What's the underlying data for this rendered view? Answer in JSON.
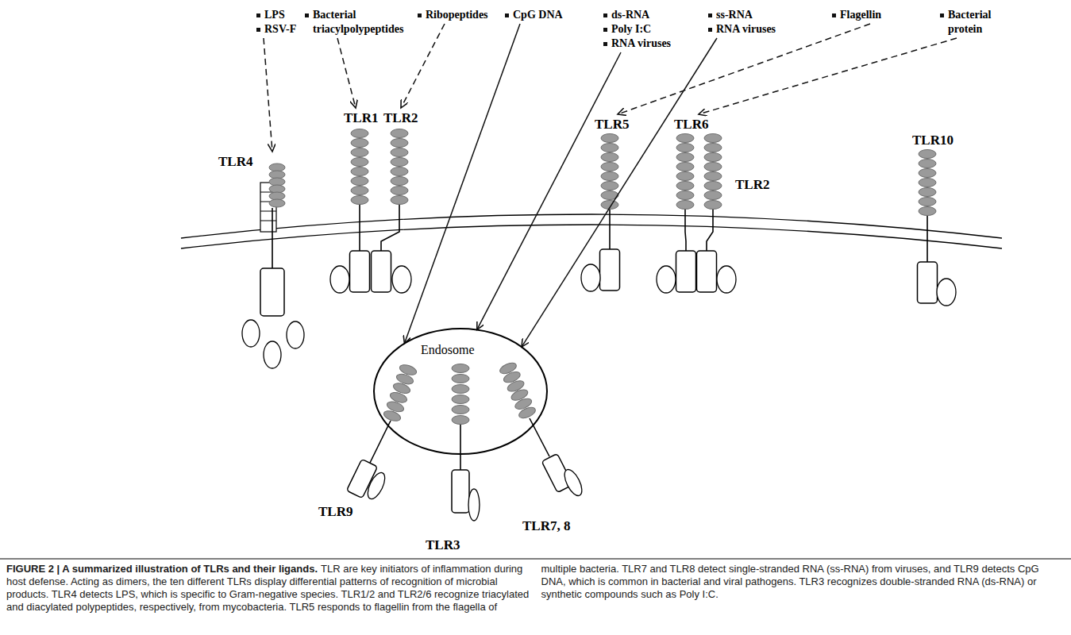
{
  "diagram": {
    "title": "FIGURE 2 | A summarized illustration of TLRs and their ligands.",
    "caption": "TLR are key initiators of inflammation during host defense. Acting as dimers, the ten different TLRs display differential patterns of recognition of microbial products. TLR4 detects LPS, which is specific to Gram-negative species. TLR1/2 and TLR2/6 recognize triacylated and diacylated polypeptides, respectively, from mycobacteria. TLR5 responds to flagellin from the flagella of multiple bacteria. TLR7 and TLR8 detect single-stranded RNA (ss-RNA) from viruses, and TLR9 detects CpG DNA, which is common in bacterial and viral pathogens. TLR3 recognizes double-stranded RNA (ds-RNA) or synthetic compounds such as Poly I:C.",
    "nodes": [
      {
        "text": [
          "LPS",
          "RSV-F"
        ]
      },
      {
        "text": [
          "Bacterial triacylpolypeptides"
        ]
      },
      {
        "text": [
          "Ribopeptides"
        ]
      },
      {
        "text": [
          "CpG DNA"
        ]
      },
      {
        "text": [
          "ds-RNA",
          "Poly I:C",
          "RNA viruses"
        ]
      },
      {
        "text": [
          "ss-RNA",
          "RNA viruses"
        ]
      },
      {
        "text": [
          "Flagellin"
        ]
      },
      {
        "text": [
          "Bacterial protein"
        ]
      },
      {
        "text": [
          "TLR4"
        ]
      },
      {
        "text": [
          "TLR1"
        ]
      },
      {
        "text": [
          "TLR2"
        ]
      },
      {
        "text": [
          "TLR5"
        ]
      },
      {
        "text": [
          "TLR6"
        ]
      },
      {
        "text": [
          "TLR2"
        ]
      },
      {
        "text": [
          "TLR10"
        ]
      },
      {
        "text": [
          "Endosome"
        ]
      },
      {
        "text": [
          "TLR9"
        ],
        "in": 15
      },
      {
        "text": [
          "TLR3"
        ],
        "in": 15
      },
      {
        "text": [
          "TLR7, 8"
        ],
        "in": 15
      }
    ],
    "edges": [
      {
        "from": 0,
        "to": 8,
        "arrow": "to"
      },
      {
        "from": 1,
        "to": 9,
        "arrow": "to"
      },
      {
        "from": 2,
        "to": 10,
        "arrow": "to"
      },
      {
        "from": 3,
        "to": 15,
        "arrow": "to"
      },
      {
        "from": 4,
        "to": 15,
        "arrow": "to"
      },
      {
        "from": 5,
        "to": 15,
        "arrow": "to"
      },
      {
        "from": 6,
        "to": 11,
        "arrow": "to"
      },
      {
        "from": 7,
        "to": 12,
        "arrow": "to"
      }
    ]
  }
}
